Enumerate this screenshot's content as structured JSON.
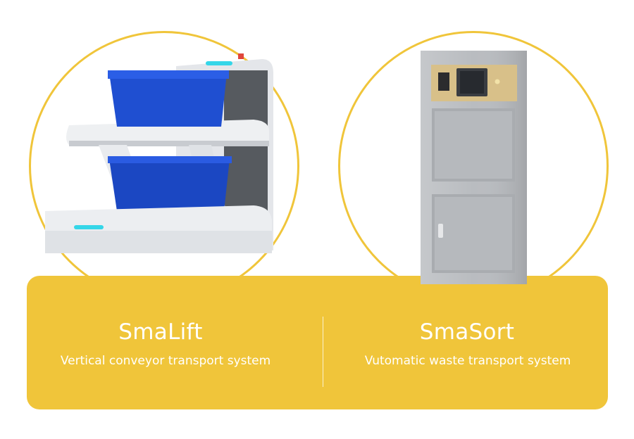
{
  "products": [
    {
      "name": "SmaLift",
      "subtitle": "Vertical conveyor transport system",
      "image": "vertical-conveyor-lift-image"
    },
    {
      "name": "SmaSort",
      "subtitle": "Vutomatic waste transport system",
      "image": "waste-cabinet-image"
    }
  ],
  "colors": {
    "accent": "#f0c53a",
    "text": "#ffffff",
    "bin": "#1f4fd1",
    "steel": "#b9bcc0"
  }
}
